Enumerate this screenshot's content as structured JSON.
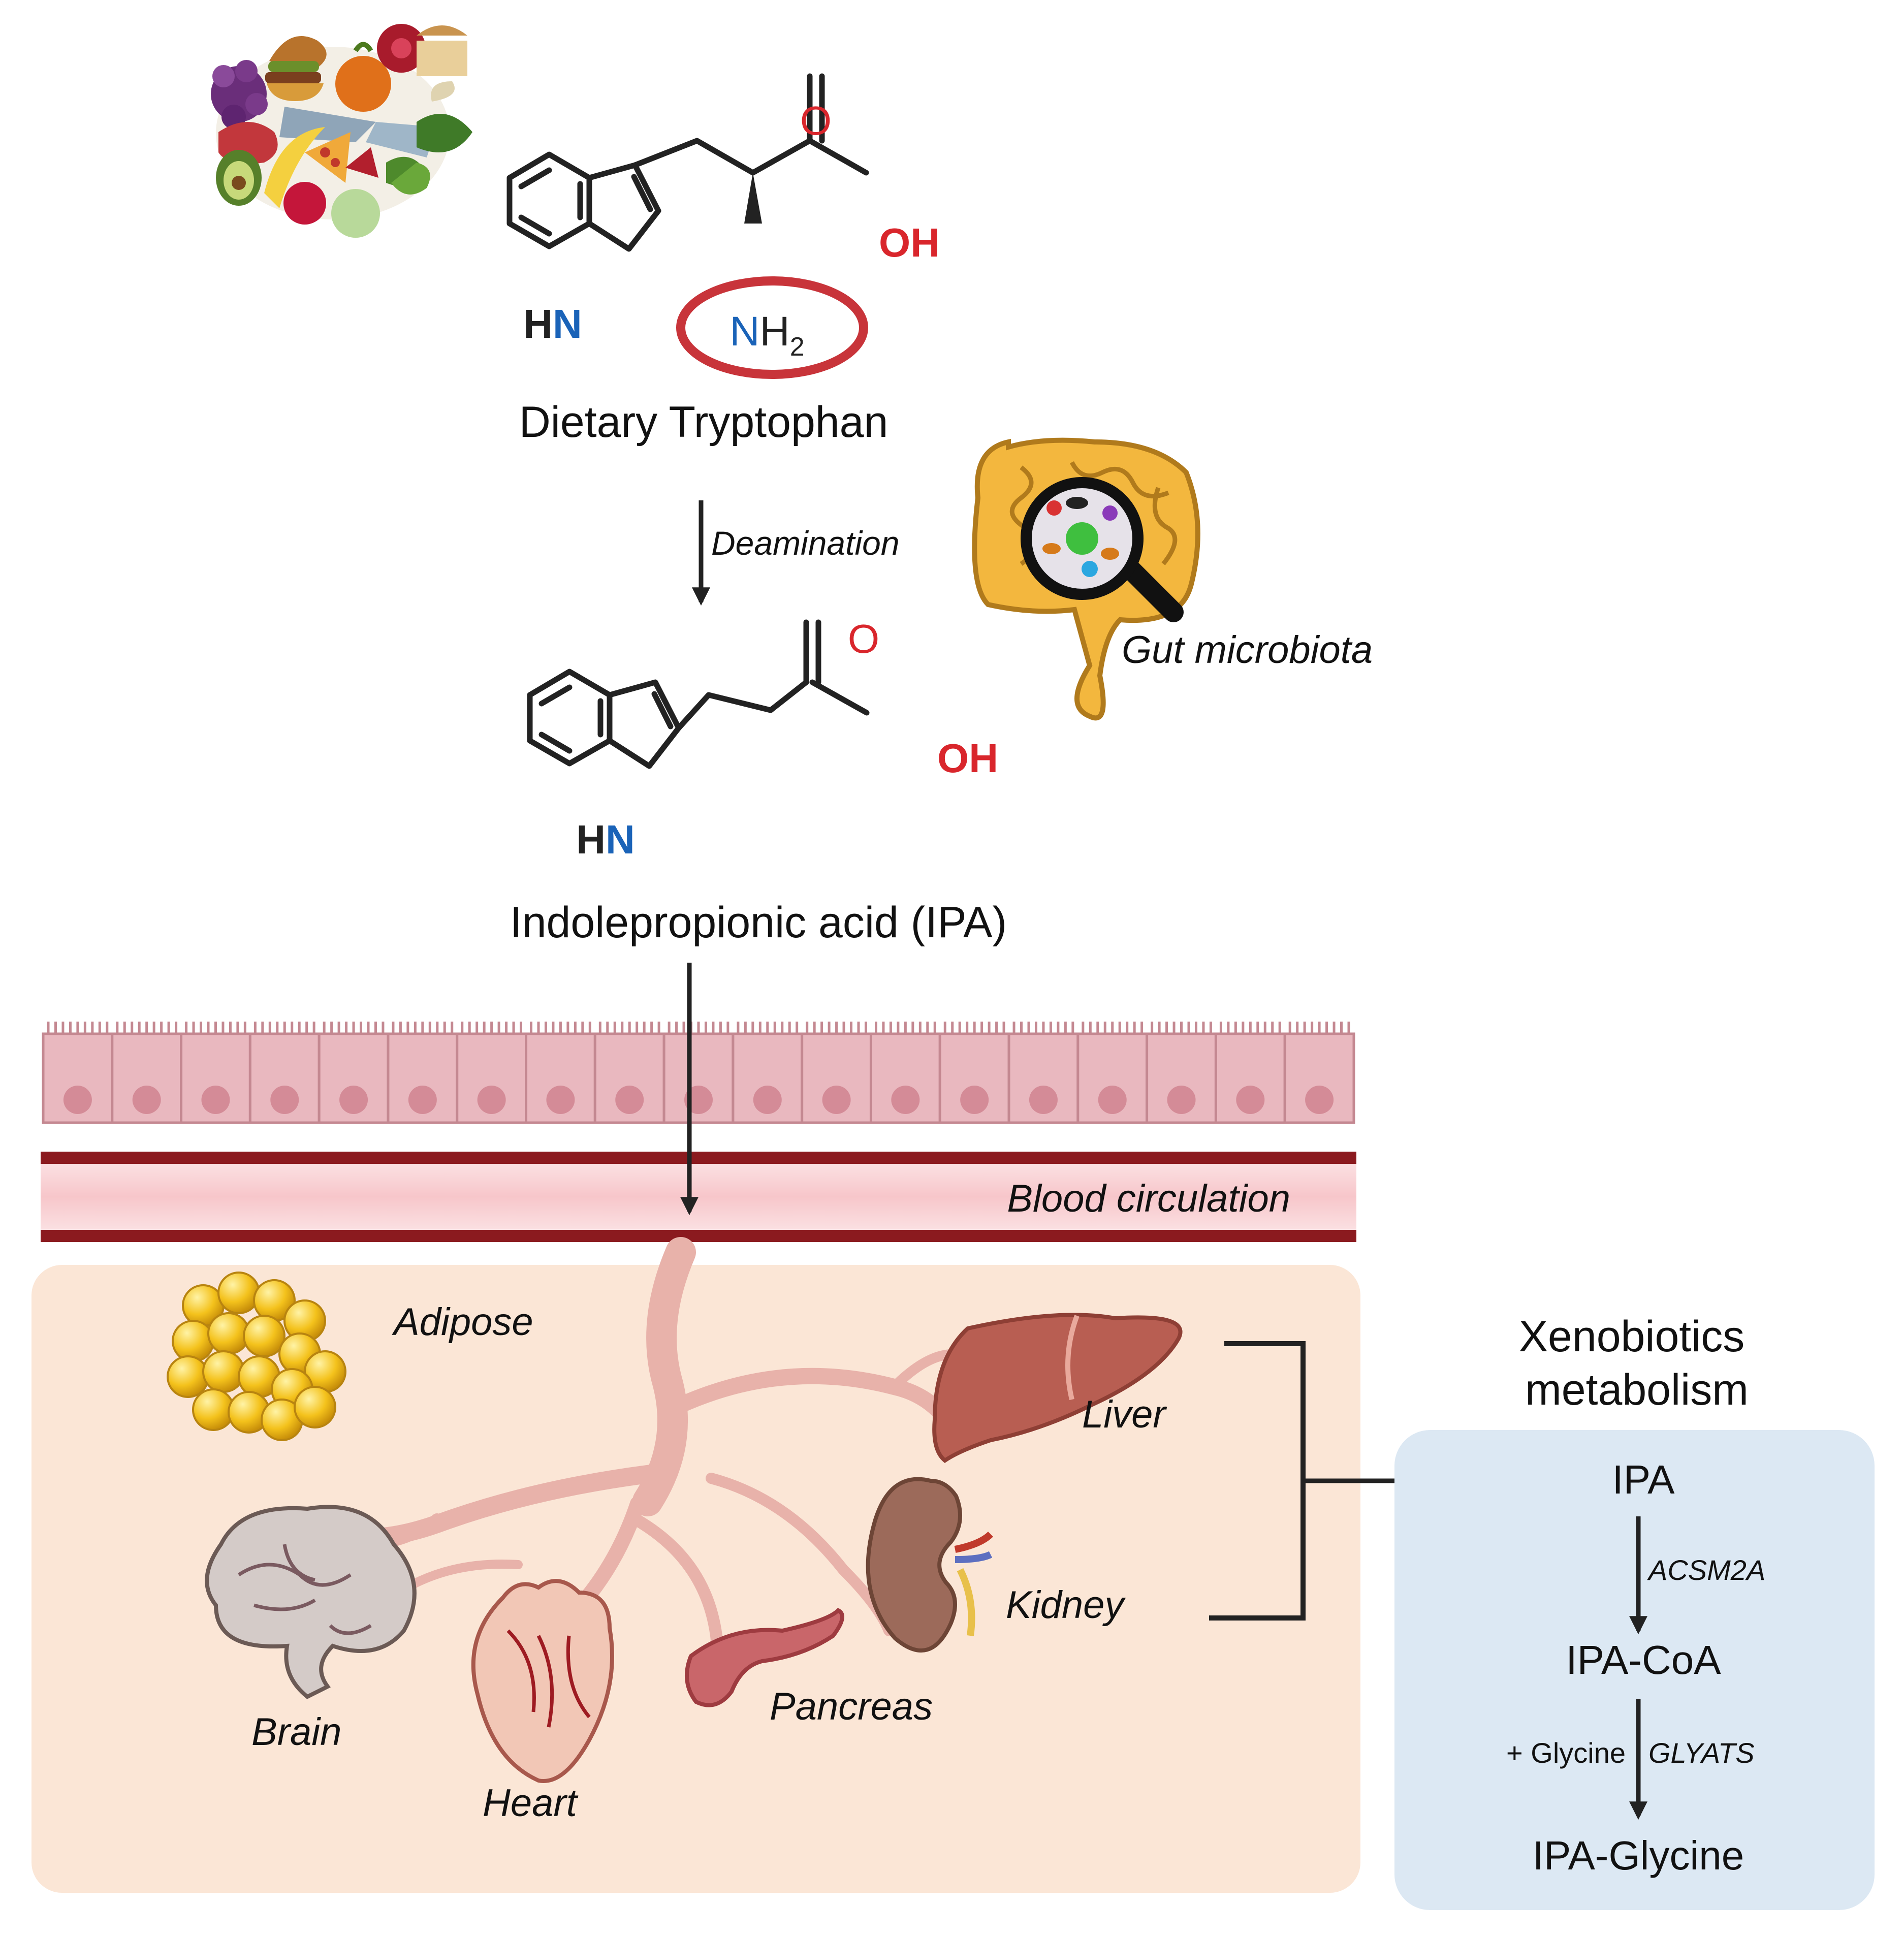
{
  "labels": {
    "dietary_tryptophan": "Dietary Tryptophan",
    "deamination": "Deamination",
    "gut_microbiota": "Gut microbiota",
    "ipa_full": "Indolepropionic acid (IPA)",
    "blood_circulation": "Blood circulation",
    "adipose": "Adipose",
    "liver": "Liver",
    "kidney": "Kidney",
    "brain": "Brain",
    "heart": "Heart",
    "pancreas": "Pancreas",
    "xeno_line1": "Xenobiotics",
    "xeno_line2": "metabolism",
    "ipa": "IPA",
    "acsm2a": "ACSM2A",
    "ipa_coa": "IPA-CoA",
    "plus_glycine": "+ Glycine",
    "glyats": "GLYATS",
    "ipa_glycine": "IPA-Glycine"
  },
  "molecules": {
    "tryptophan": {
      "o": "O",
      "oh": "OH",
      "hn_h": "H",
      "hn_n": "N",
      "nh2_n": "N",
      "nh2_h": "H",
      "nh2_sub": "2"
    },
    "ipa": {
      "o": "O",
      "oh": "OH",
      "hn_h": "H",
      "hn_n": "N"
    }
  },
  "colors": {
    "oxygen_red": "#d9262c",
    "nitrogen_blue": "#1a63b8",
    "bond_black": "#222222",
    "highlight_ring": "#c8343a",
    "epithelium_fill": "#e9b8bf",
    "epithelium_stroke": "#c48891",
    "vessel_dark": "#8b1a1f",
    "vessel_light": "#f9d3d6",
    "tissue_panel": "#fbe6d6",
    "xeno_panel": "#dce8f3",
    "artery": "#e8b2aa"
  }
}
